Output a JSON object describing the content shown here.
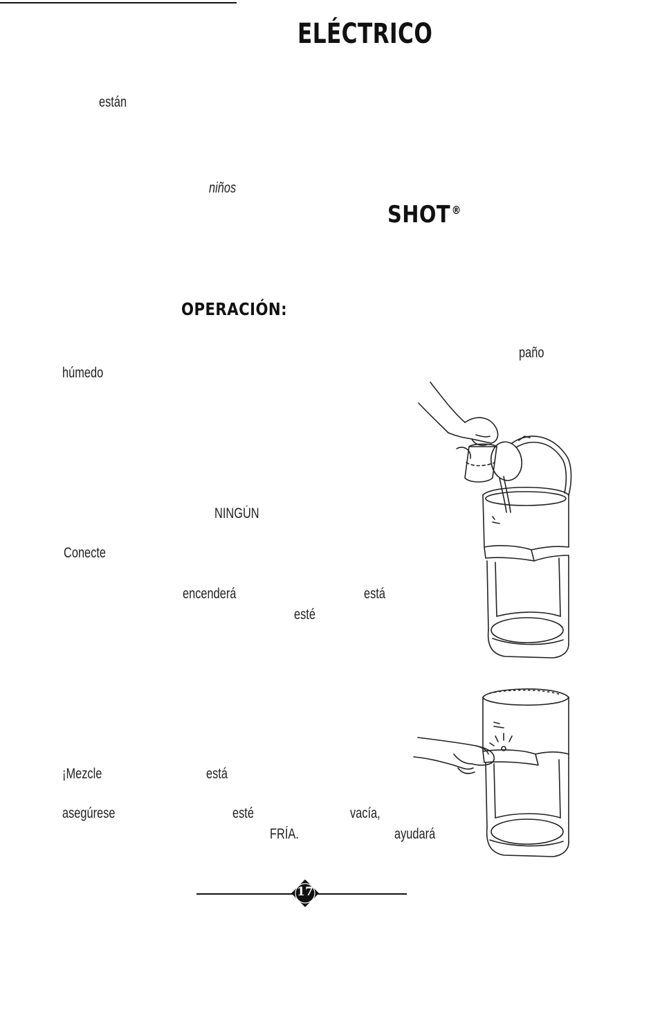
{
  "headings": {
    "electrico": "ELÉCTRICO",
    "shot": "SHOT",
    "shot_mark": "®",
    "operacion": "OPERACIÓN:"
  },
  "words": {
    "estan": "están",
    "ninos": "niños",
    "pano": "paño",
    "humedo": "húmedo",
    "ningun": "NINGÚN",
    "conecte": "Conecte",
    "encendera": "encenderá",
    "esta_1": "está",
    "este_1": "esté",
    "mezcle": "¡Mezcle",
    "esta_2": "está",
    "asegurese": "asegúrese",
    "este_2": "esté",
    "vacia": "vacía,",
    "fria": "FRÍA.",
    "ayudara": "ayudará"
  },
  "illustrations": {
    "top": "pouring-water-into-appliance",
    "bottom": "pressing-appliance-switch"
  },
  "page_number": "17"
}
